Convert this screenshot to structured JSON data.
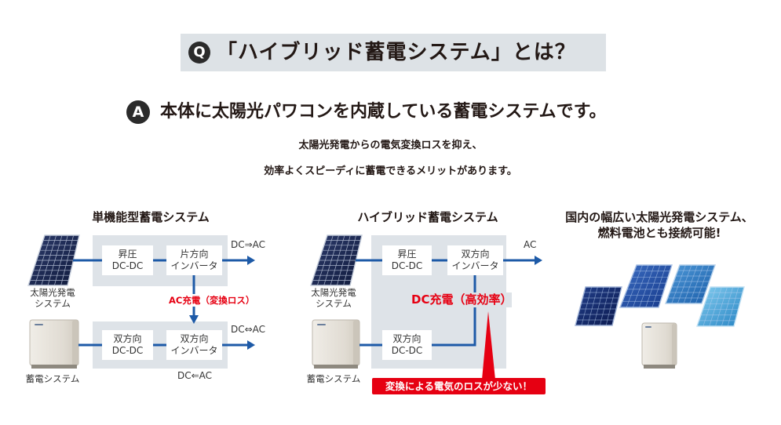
{
  "question": {
    "badge": "Q",
    "text": "「ハイブリッド蓄電システム」とは？"
  },
  "answer": {
    "badge": "A",
    "text": "本体に太陽光パワコンを内蔵している蓄電システムです。"
  },
  "description": [
    "太陽光発電からの電気変換ロスを抑え、",
    "効率よくスピーディに蓄電できるメリットがあります。"
  ],
  "single_function": {
    "title": "単機能型蓄電システム",
    "solar_label": [
      "太陽光発電",
      "システム"
    ],
    "battery_label": "蓄電システム",
    "boost_dcdc": [
      "昇圧",
      "DC-DC"
    ],
    "one_way_inverter": [
      "片方向",
      "インバータ"
    ],
    "bidirectional_dcdc": [
      "双方向",
      "DC-DC"
    ],
    "bidirectional_inverter": [
      "双方向",
      "インバータ"
    ],
    "solar_output": "DC⇒AC",
    "battery_output": "DC⇔AC",
    "battery_charge": "DC⇐AC",
    "charge_note": "AC充電（変換ロス）"
  },
  "hybrid": {
    "title": "ハイブリッド蓄電システム",
    "solar_label": [
      "太陽光発電",
      "システム"
    ],
    "battery_label": "蓄電システム",
    "boost_dcdc": [
      "昇圧",
      "DC-DC"
    ],
    "bidirectional_inverter": [
      "双方向",
      "インバータ"
    ],
    "bidirectional_dcdc": [
      "双方向",
      "DC-DC"
    ],
    "output": "AC",
    "charge_note": "DC充電（高効率）",
    "callout": "変換による電気のロスが少ない！"
  },
  "compatibility": {
    "title": [
      "国内の幅広い太陽光発電システム、",
      "燃料電池とも接続可能!"
    ]
  },
  "colors": {
    "text": "#231815",
    "banner": "#dde2e6",
    "badge": "#2b2b2b",
    "diagram_box": "#dee3e8",
    "flow": "#1d5aa7",
    "accent_red": "#e60012",
    "solar_panel": [
      "#2c3b6b",
      "#101a3c"
    ],
    "compatible_panels": [
      [
        "#22408c",
        "#0b184c"
      ],
      [
        "#3b6ec3",
        "#163889"
      ],
      [
        "#4e9ad8",
        "#1a5ca8"
      ],
      [
        "#86cff0",
        "#2683c3"
      ]
    ]
  }
}
